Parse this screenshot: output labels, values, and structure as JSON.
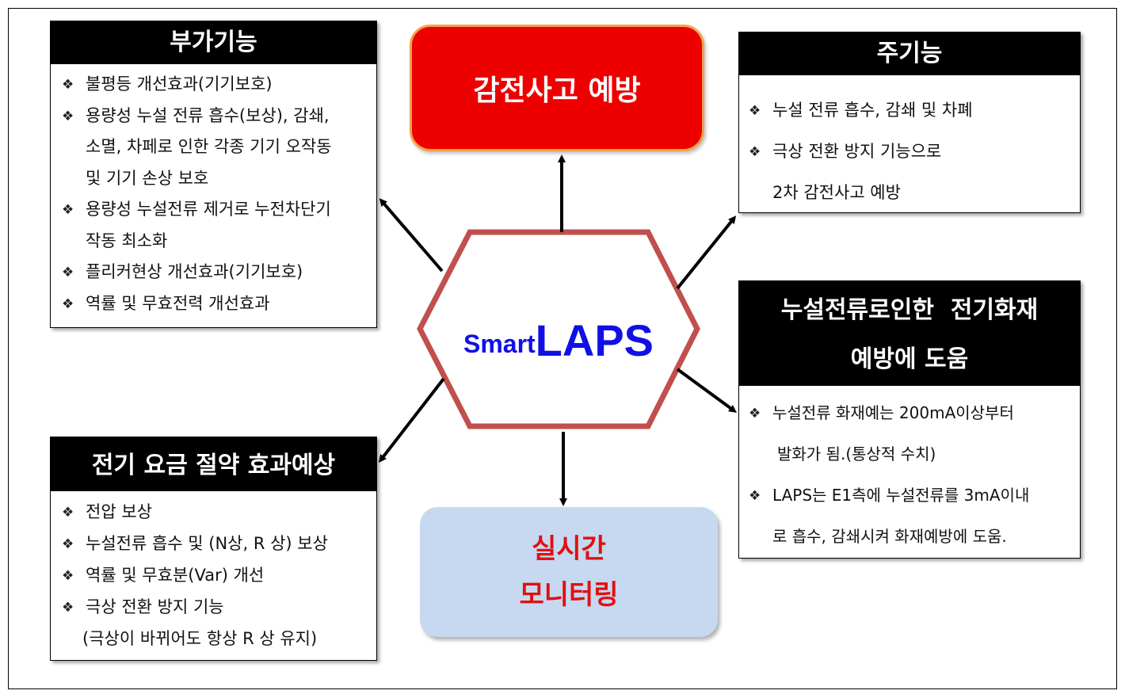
{
  "center": {
    "prefix": "Smart",
    "main": "LAPS"
  },
  "prevention": {
    "label": "감전사고 예방"
  },
  "monitoring": {
    "line1": "실시간",
    "line2": "모니터링"
  },
  "addon": {
    "title": "부가기능",
    "items": [
      "불평등 개선효과(기기보호)",
      "용량성 누설 전류 흡수(보상), 감쇄,",
      "소멸, 차페로 인한 각종 기기 오작동",
      "및 기기 손상 보호",
      "용량성 누설전류 제거로 누전차단기",
      "작동 최소화",
      "플리커현상 개선효과(기기보호)",
      "역률 및 무효전력 개선효과"
    ]
  },
  "main_function": {
    "title": "주기능",
    "items": [
      "누설 전류 흡수, 감쇄 및 차폐",
      "극상 전환 방지 기능으로",
      "2차 감전사고 예방"
    ]
  },
  "fire": {
    "title_line1": "누설전류로인한  전기화재",
    "title_line2": "예방에 도움",
    "items": [
      "누설전류 화재예는 200mA이상부터",
      "발화가 됨.(통상적 수치)",
      "LAPS는 E1측에 누설전류를 3mA이내",
      "로 흡수, 감쇄시켜 화재예방에 도움."
    ]
  },
  "fee": {
    "title": "전기 요금 절약 효과예상",
    "items": [
      "전압 보상",
      "누설전류 흡수 및 (N상, R 상) 보상",
      "역률 및 무효분(Var) 개선",
      "극상 전환 방지 기능",
      "(극상이 바뀌어도 항상 R 상 유지)"
    ]
  },
  "bullet_symbol": "❖",
  "colors": {
    "prevention_fill": "#ee0000",
    "prevention_border": "#f4a24c",
    "monitoring_fill": "#c6d9f0",
    "monitoring_text": "#e11010",
    "hexagon_stroke": "#c0504d",
    "center_text": "#1010e6"
  }
}
